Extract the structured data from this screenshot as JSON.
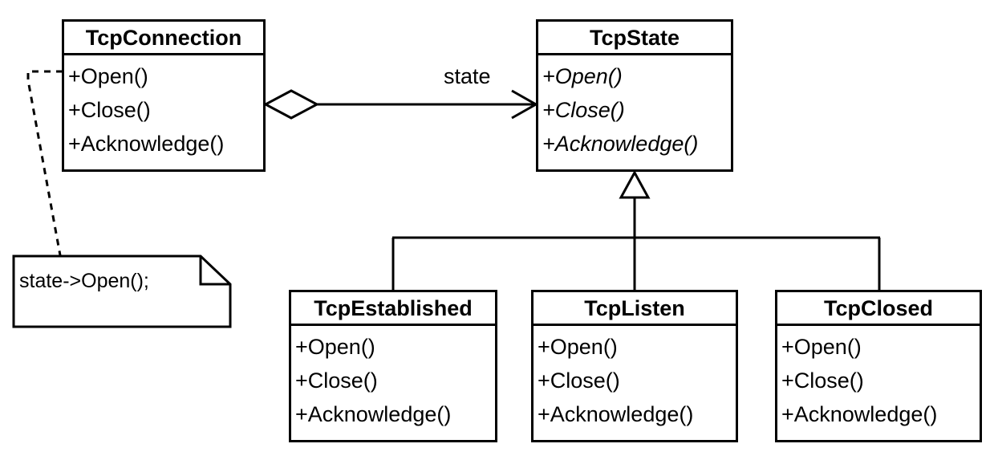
{
  "classes": {
    "tcp_connection": {
      "name": "TcpConnection",
      "operations": [
        "+Open()",
        "+Close()",
        "+Acknowledge()"
      ]
    },
    "tcp_state": {
      "name": "TcpState",
      "operations": [
        "+Open()",
        "+Close()",
        "+Acknowledge()"
      ]
    },
    "tcp_established": {
      "name": "TcpEstablished",
      "operations": [
        "+Open()",
        "+Close()",
        "+Acknowledge()"
      ]
    },
    "tcp_listen": {
      "name": "TcpListen",
      "operations": [
        "+Open()",
        "+Close()",
        "+Acknowledge()"
      ]
    },
    "tcp_closed": {
      "name": "TcpClosed",
      "operations": [
        "+Open()",
        "+Close()",
        "+Acknowledge()"
      ]
    }
  },
  "association": {
    "label": "state"
  },
  "note": {
    "text": "state->Open();"
  }
}
